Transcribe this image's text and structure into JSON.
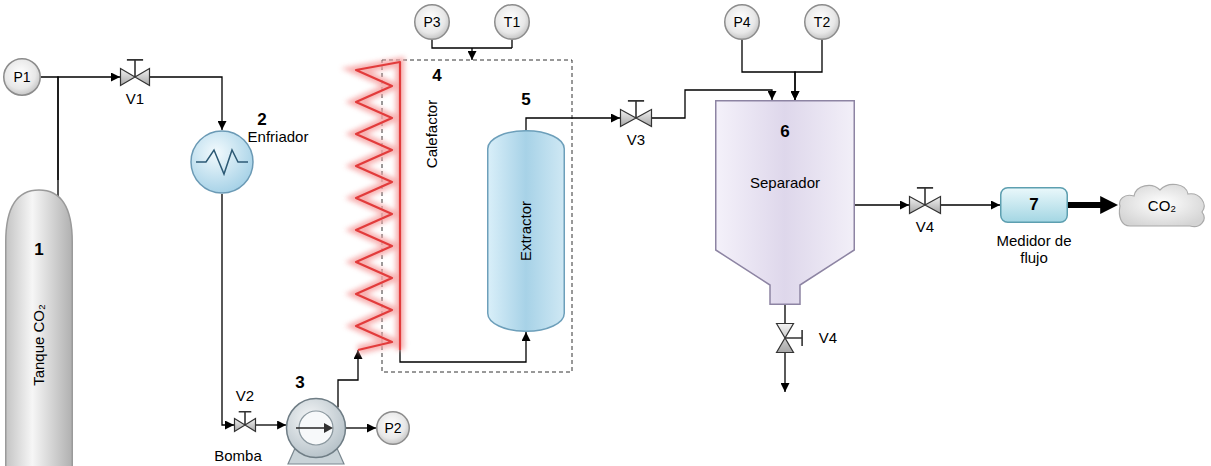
{
  "diagram": {
    "nodes": [
      {
        "text": [
          "P1"
        ]
      },
      {
        "text": [
          "V1"
        ]
      },
      {
        "text": [
          "1",
          "Tanque CO₂"
        ]
      },
      {
        "text": [
          "2",
          "Enfriador"
        ]
      },
      {
        "text": [
          "V2"
        ]
      },
      {
        "text": [
          "3",
          "Bomba"
        ]
      },
      {
        "text": [
          "P2"
        ]
      },
      {
        "text": [
          "P3"
        ]
      },
      {
        "text": [
          "T1"
        ]
      },
      {
        "text": [
          "4",
          "Calefactor"
        ]
      },
      {
        "text": [
          "5",
          "Extractor"
        ]
      },
      {
        "text": [
          "V3"
        ]
      },
      {
        "text": [
          "P4"
        ]
      },
      {
        "text": [
          "T2"
        ]
      },
      {
        "text": [
          "6",
          "Separador"
        ]
      },
      {
        "text": [
          "V4"
        ]
      },
      {
        "text": [
          "V4"
        ]
      },
      {
        "text": [
          "7",
          "Medidor de flujo"
        ]
      },
      {
        "text": [
          "CO₂"
        ]
      }
    ],
    "edges": [
      {
        "from": 2,
        "to": 0,
        "arrow": "none"
      },
      {
        "from": 2,
        "to": 1,
        "arrow": "to"
      },
      {
        "from": 1,
        "to": 3,
        "arrow": "to"
      },
      {
        "from": 3,
        "to": 4,
        "arrow": "to"
      },
      {
        "from": 4,
        "to": 5,
        "arrow": "to"
      },
      {
        "from": 5,
        "to": 9,
        "arrow": "to"
      },
      {
        "from": 5,
        "to": 6,
        "arrow": "to"
      },
      {
        "from": 9,
        "to": 10,
        "arrow": "to"
      },
      {
        "from": 10,
        "to": 11,
        "arrow": "to"
      },
      {
        "from": 11,
        "to": 14,
        "arrow": "to"
      },
      {
        "from": 12,
        "to": 14,
        "arrow": "to"
      },
      {
        "from": 13,
        "to": 14,
        "arrow": "to"
      },
      {
        "from": 14,
        "to": 15,
        "arrow": "to"
      },
      {
        "from": 15,
        "to": 17,
        "arrow": "to"
      },
      {
        "from": 17,
        "to": 18,
        "arrow": "to"
      },
      {
        "from": 14,
        "to": 16,
        "arrow": "none"
      }
    ]
  }
}
